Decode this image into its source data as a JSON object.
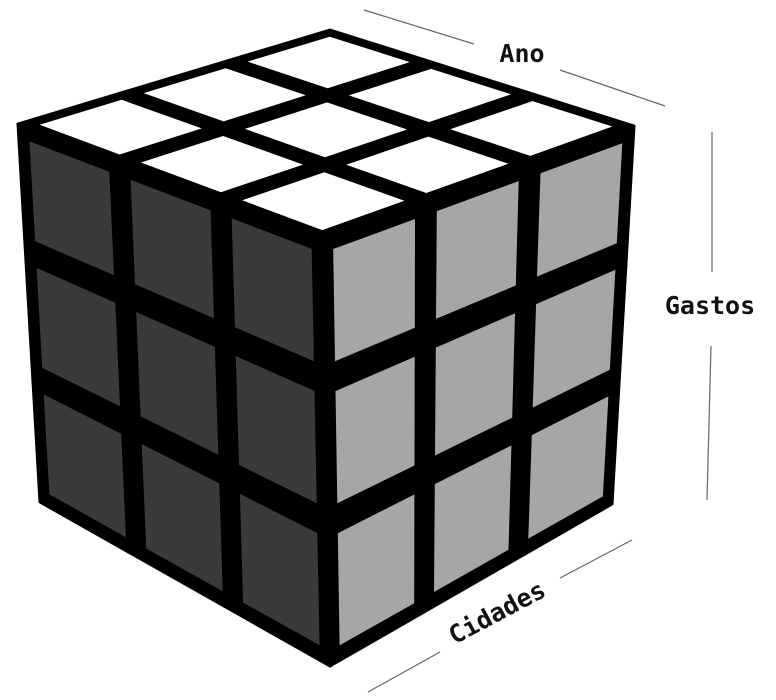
{
  "cube": {
    "divisions": 3,
    "colors": {
      "top": "#ffffff",
      "left": "#3a3a3a",
      "right": "#a6a6a6",
      "grid": "#000000",
      "dimension_line": "#666666"
    }
  },
  "labels": {
    "top_axis": "Ano",
    "vertical_axis": "Gastos",
    "bottom_axis": "Cidades"
  }
}
